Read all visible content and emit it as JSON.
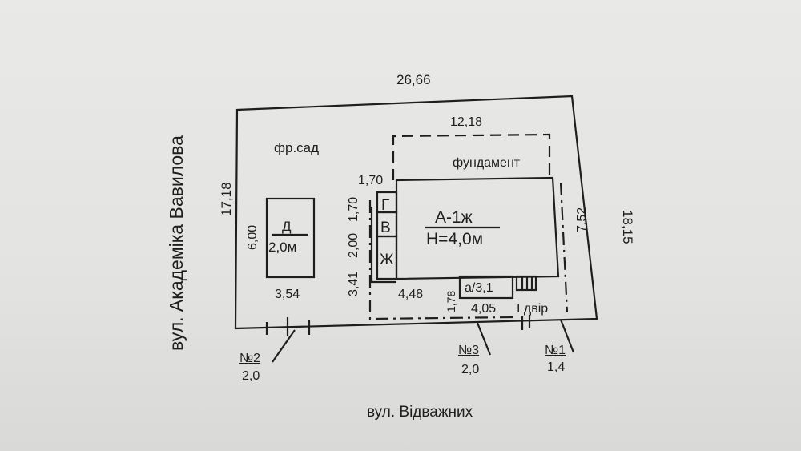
{
  "plan": {
    "street_left": "вул. Академіка Вавилова",
    "street_bottom": "вул. Відважних",
    "dim_top": "26,66",
    "dim_left": "17,18",
    "dim_right": "18,15",
    "garden_label": "фр.сад",
    "foundation_label": "фундамент",
    "foundation_width": "12,18",
    "building": {
      "name": "А-1ж",
      "height": "Н=4,0м",
      "dim_side": "7,52",
      "dim_bottom": "4,48",
      "dim_small": "1,70",
      "dim_left_1": "3,41",
      "dim_left_2": "2,00",
      "dim_left_3": "1,70",
      "rooms": [
        "Г",
        "В",
        "Ж"
      ],
      "porch": "а/3,1"
    },
    "shed": {
      "name": "Д",
      "height": "2,0м",
      "width": "3,54",
      "length": "6,00"
    },
    "yard": {
      "label": "І двір",
      "dim_1": "4,05",
      "dim_2": "1,78"
    },
    "gates": [
      {
        "number": "№1",
        "width": "1,4"
      },
      {
        "number": "№2",
        "width": "2,0"
      },
      {
        "number": "№3",
        "width": "2,0"
      }
    ]
  }
}
